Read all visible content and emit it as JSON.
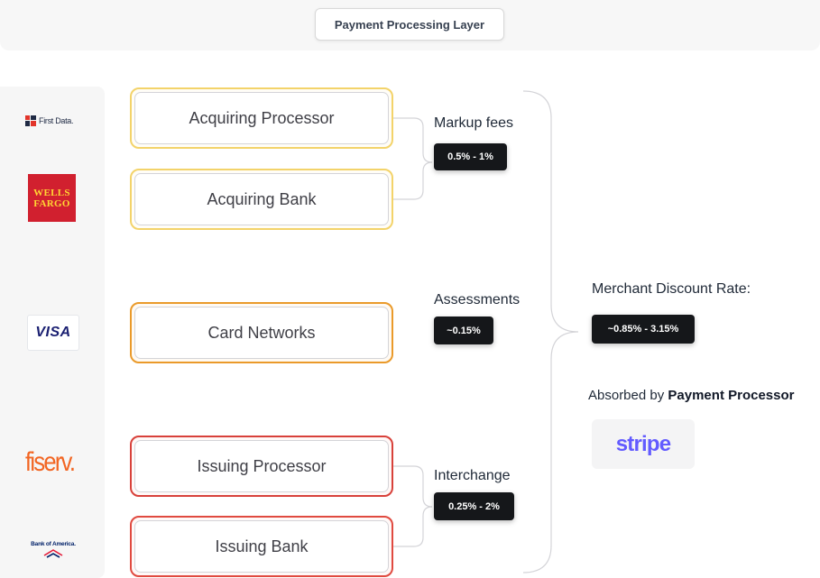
{
  "header": {
    "title": "Payment Processing Layer"
  },
  "logos": {
    "first_data": "First Data.",
    "wells_fargo_line1": "WELLS",
    "wells_fargo_line2": "FARGO",
    "visa": "VISA",
    "fiserv": "fiserv.",
    "bank_of_america": "Bank of America."
  },
  "entities": {
    "acquiring_processor": "Acquiring Processor",
    "acquiring_bank": "Acquiring Bank",
    "card_networks": "Card Networks",
    "issuing_processor": "Issuing Processor",
    "issuing_bank": "Issuing Bank"
  },
  "fees": {
    "markup": {
      "label": "Markup fees",
      "value": "0.5% - 1%"
    },
    "assessments": {
      "label": "Assessments",
      "value": "~0.15%"
    },
    "interchange": {
      "label": "Interchange",
      "value": "0.25% - 2%"
    }
  },
  "merchant_discount": {
    "label": "Merchant Discount Rate:",
    "value": "~0.85% - 3.15%"
  },
  "absorbed": {
    "prefix": "Absorbed by",
    "emphasis": "Payment Processor",
    "brand": "stripe"
  },
  "colors": {
    "acquiring": "#f3d36a",
    "networks": "#ea9a2a",
    "issuing": "#d8413a",
    "badge": "#15171a",
    "stripe": "#635bff"
  }
}
